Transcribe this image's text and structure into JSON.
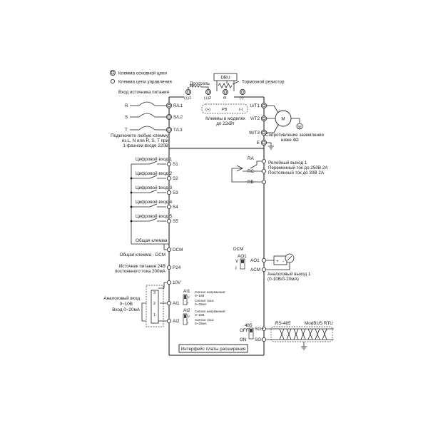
{
  "legend": {
    "main_circuit": "Клемма основной цепи",
    "control_circuit": "Клемма цепи управления"
  },
  "top": {
    "choke": "Дроссель",
    "dbu": "DBU",
    "brake_resistor": "Тормозной резистор",
    "input_power": "Вход источника питания",
    "dc_plus1": "(+)1",
    "dc_plus2": "(+)2",
    "dc_minus_sym": "Θ",
    "dc_minus": "(-)",
    "pb_plus": "(+)",
    "pb": "PB",
    "pb_minus": "(-)",
    "models_note_1": "Клеммы в моделях",
    "models_note_2": "до 22кВт"
  },
  "input": {
    "R": "R",
    "S": "S",
    "T": "T",
    "RL1": "R/L1",
    "SL2": "S/L2",
    "TL3": "T/L3",
    "note_1": "Подключите любую клемму",
    "note_2": "из L, N или R, S, T при",
    "note_3": "1-фазном входе 220В"
  },
  "output": {
    "UT1": "U/T1",
    "VT2": "V/T2",
    "WT3": "W/T3",
    "motor": "M",
    "E": "E",
    "ground_1": "Сопротивление заземления",
    "ground_2": "ниже 4Ω"
  },
  "digital": {
    "items": [
      {
        "label": "Цифровой вход 1",
        "term": "S1"
      },
      {
        "label": "Цифровой вход 2",
        "term": "S2"
      },
      {
        "label": "Цифровой вход 3",
        "term": "S3"
      },
      {
        "label": "Цифровой вход 4",
        "term": "S4"
      },
      {
        "label": "Цифровой вход 5",
        "term": "S5"
      }
    ],
    "common": "Общая клемма",
    "dcm_term": "DCM",
    "dcm_label": "Общая клемма - DCM"
  },
  "power24": {
    "label_1": "Источник питания 24В",
    "label_2": "постоянного тока 200мА",
    "term": "P24"
  },
  "relay": {
    "RA": "RA",
    "RC": "RC",
    "RB": "RB",
    "line_1": "Релейный выход 1",
    "line_2": "Переменный ток до 250В 2А",
    "line_3": "Постоянный ток до 30В 2А"
  },
  "analog_out": {
    "dcm": "DCM",
    "ao1": "AO1",
    "v": "V",
    "i": "I",
    "ao1_term": "AO1",
    "acm_term": "ACM",
    "line_1": "Аналоговый выход 1",
    "line_2": "(0-10В/0-20мА)",
    "plus": "+",
    "minus": "-"
  },
  "analog_in": {
    "v10": "10V",
    "ai1": "AI1",
    "ai2": "AI2",
    "line_1": "Аналоговый вход",
    "line_2": "0~10В",
    "line_3": "Вход 0~20мА",
    "pot_3": "3",
    "pot_2": "2",
    "pot_1": "1",
    "sw1_label": "AI1",
    "sw2_label": "AI2",
    "sw_v": "V",
    "sw_i": "I",
    "sw1_t1": "Сигнал напряжения:",
    "sw1_t2": "0~10В",
    "sw1_t3": "Сигнал тока:",
    "sw1_t4": "0~20мА",
    "sw2_t1": "Сигнал напряжения:",
    "sw2_t2": "0~10В",
    "sw2_t3": "Сигнал тока:",
    "sw2_t4": "0~20мА"
  },
  "comm": {
    "rs485": "RS-485",
    "modbus": "ModBUS RTU",
    "sw485": "485",
    "off": "OFF",
    "on": "ON",
    "sgp": "SG+",
    "sgm": "SG-"
  },
  "expansion": "Интерфейс платы расширения"
}
